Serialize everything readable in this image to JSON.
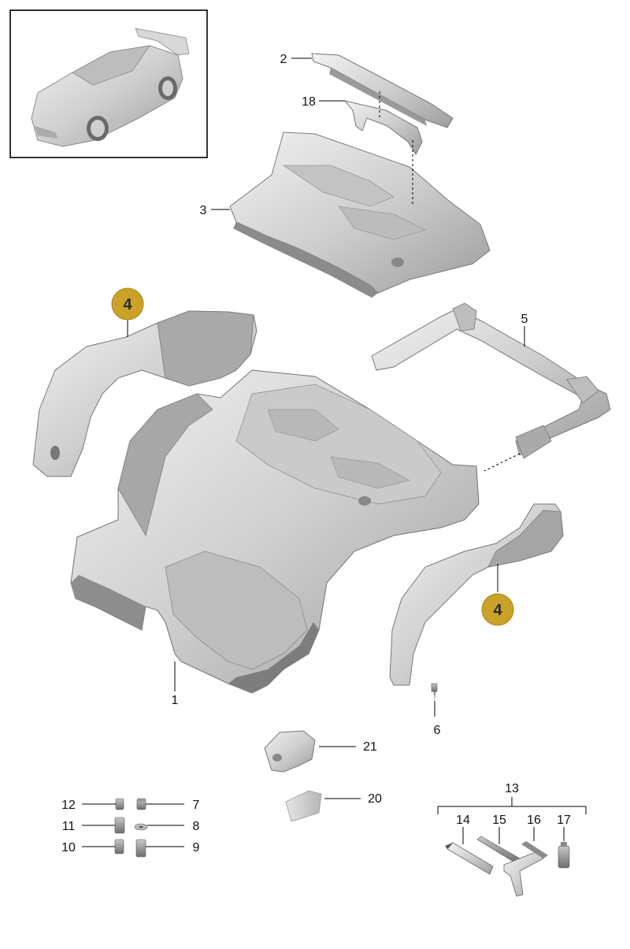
{
  "diagram": {
    "accent_badge_color": "#c9a227",
    "callouts": {
      "c1": "1",
      "c2": "2",
      "c3": "3",
      "c4a": "4",
      "c4b": "4",
      "c5": "5",
      "c6": "6",
      "c7": "7",
      "c8": "8",
      "c9": "9",
      "c10": "10",
      "c11": "11",
      "c12": "12",
      "c13": "13",
      "c14": "14",
      "c15": "15",
      "c16": "16",
      "c17": "17",
      "c18": "18",
      "c20": "20",
      "c21": "21"
    },
    "thumbnail_icon": "car-icon"
  }
}
